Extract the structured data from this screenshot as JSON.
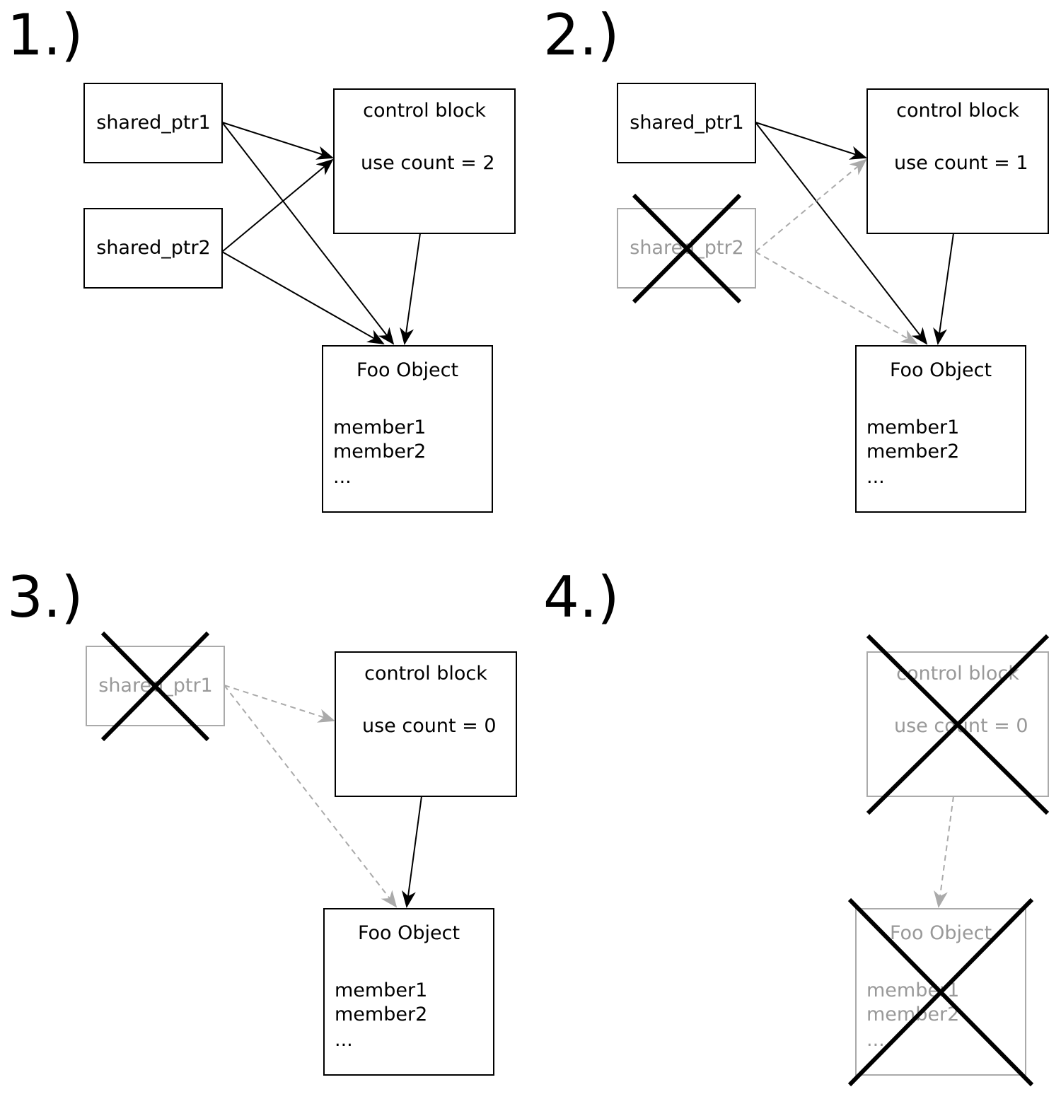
{
  "diagram": {
    "steps": [
      "1.)",
      "2.)",
      "3.)",
      "4.)"
    ],
    "panel1": {
      "ptr1": "shared_ptr1",
      "ptr2": "shared_ptr2",
      "control_title": "control block",
      "control_count": "use count = 2",
      "foo_title": "Foo Object",
      "foo_member1": "member1",
      "foo_member2": "member2",
      "foo_more": "..."
    },
    "panel2": {
      "ptr1": "shared_ptr1",
      "ptr2": "shared_ptr2",
      "control_title": "control block",
      "control_count": "use count = 1",
      "foo_title": "Foo Object",
      "foo_member1": "member1",
      "foo_member2": "member2",
      "foo_more": "..."
    },
    "panel3": {
      "ptr1": "shared_ptr1",
      "control_title": "control block",
      "control_count": "use count = 0",
      "foo_title": "Foo Object",
      "foo_member1": "member1",
      "foo_member2": "member2",
      "foo_more": "..."
    },
    "panel4": {
      "control_title": "control block",
      "control_count": "use count = 0",
      "foo_title": "Foo Object",
      "foo_member1": "member1",
      "foo_member2": "member2",
      "foo_more": "..."
    },
    "colors": {
      "active": "#000000",
      "destroyed_text": "#999999",
      "destroyed_line": "#aaaaaa"
    }
  }
}
